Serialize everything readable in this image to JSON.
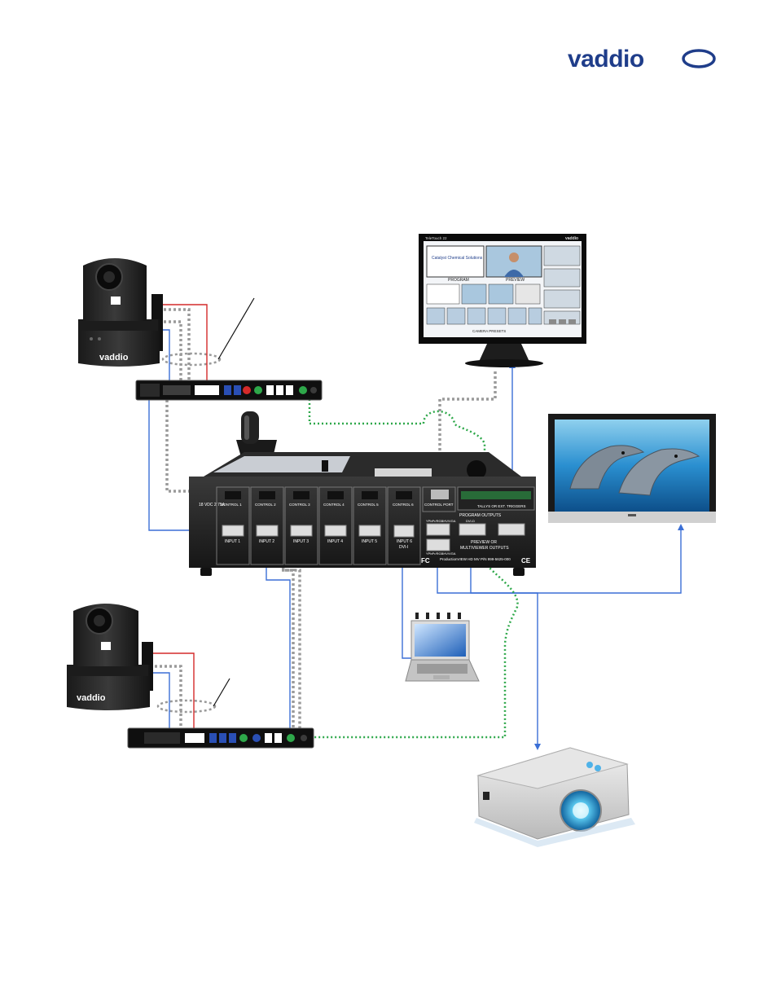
{
  "logo": {
    "text": "vaddio",
    "color": "#1f3d8a"
  },
  "colors": {
    "rgb_cable": "#3b6fd6",
    "power_cable": "#d42a2a",
    "control_cable": "#9a9a9a",
    "ethernet_cable": "#2ea84a"
  },
  "cameras": [
    {
      "brand": "vaddio",
      "icon": "ptz-camera-icon"
    },
    {
      "brand": "vaddio",
      "icon": "ptz-camera-icon"
    }
  ],
  "quick_connects": [
    {
      "icon": "rack-interface-icon"
    },
    {
      "icon": "rack-interface-icon"
    }
  ],
  "touchscreen": {
    "title": "TeleTouch 22",
    "brand": "vaddio",
    "program_label": "PROGRAM",
    "preview_label": "PREVIEW",
    "tile_title": "Catalyst Chemical Solutions",
    "presets_label": "CAMERA PRESETS"
  },
  "monitor": {
    "icon": "flat-panel-display-icon"
  },
  "laptop": {
    "icon": "laptop-icon"
  },
  "projector": {
    "icon": "projector-icon"
  },
  "switcher": {
    "power_label": "18 VDC 2.75A",
    "controls": [
      "CONTROL 1",
      "CONTROL 2",
      "CONTROL 3",
      "CONTROL 4",
      "CONTROL 5",
      "CONTROL 6"
    ],
    "inputs": [
      "INPUT 1",
      "INPUT 2",
      "INPUT 3",
      "INPUT 4",
      "INPUT 5"
    ],
    "input6": "INPUT 6",
    "input6_sub": "DVI-I",
    "control_port": "CONTROL PORT",
    "tally": "TALLYS OR EXT. TRIGGERS",
    "program_outputs": "PROGRAM OUTPUTS",
    "out_a": "YPbPr/RGBHV/VGA",
    "out_b": "DVI-D",
    "preview_or": "PREVIEW OR",
    "multiviewer": "MULTIVIEWER OUTPUTS",
    "out_c": "YPbPr/RGBHV/VGA",
    "model": "ProductionVIEW HD MV P/N 999-5625-000",
    "fc": "FC",
    "ce": "CE"
  }
}
